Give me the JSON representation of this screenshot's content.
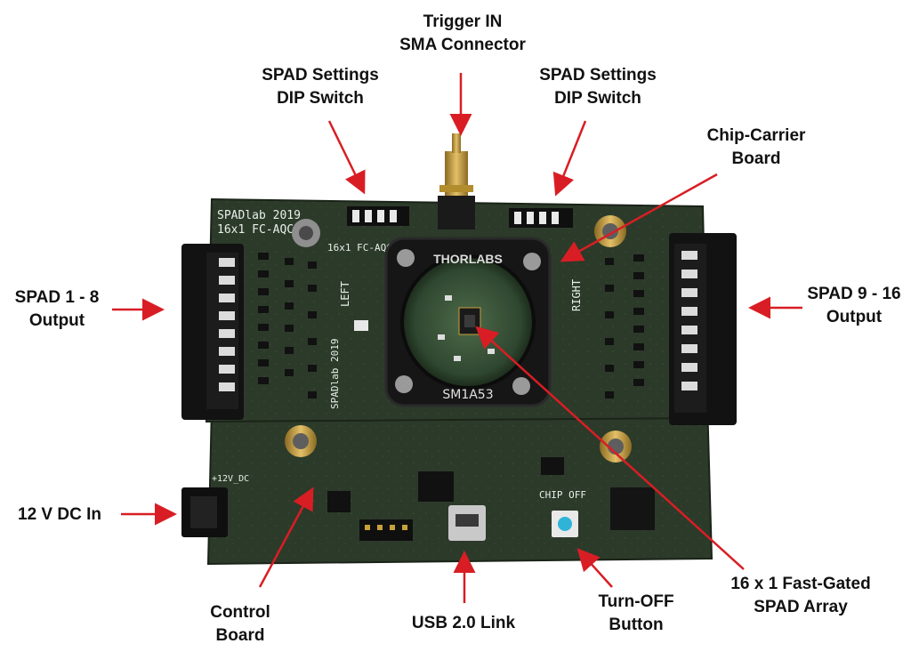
{
  "colors": {
    "pcb": "#2c3a2a",
    "pcb_dark": "#1f2a1d",
    "arrow": "#d81e24",
    "connector": "#1a1a1a",
    "chip_carrier": "#161616",
    "gold": "#c9a13a",
    "led_button": "#2fb4d8"
  },
  "labels": {
    "trigger": [
      "Trigger IN",
      "SMA Connector"
    ],
    "dip_left": [
      "SPAD Settings",
      "DIP Switch"
    ],
    "dip_right": [
      "SPAD Settings",
      "DIP Switch"
    ],
    "chip_carrier": [
      "Chip-Carrier",
      "Board"
    ],
    "spad_1_8": [
      "SPAD 1 - 8",
      "Output"
    ],
    "spad_9_16": [
      "SPAD 9 - 16",
      "Output"
    ],
    "dc_in": [
      "12 V DC In"
    ],
    "control": [
      "Control",
      "Board"
    ],
    "usb": [
      "USB 2.0 Link"
    ],
    "turn_off": [
      "Turn-OFF",
      "Button"
    ],
    "spad_array": [
      "16 x 1 Fast-Gated",
      "SPAD Array"
    ]
  },
  "silkscreen": {
    "brand": "THORLABS",
    "lens_tube": "SM1A53",
    "spadlab_top": "SPADlab 2019",
    "spadlab_top2": "16x1 FC-AQC",
    "inner_title": "16x1 FC-AQC",
    "left": "LEFT",
    "right": "RIGHT",
    "spadlab_vertical": "SPADlab 2019",
    "chip_off": "CHIP OFF",
    "dc": "+12V_DC"
  }
}
